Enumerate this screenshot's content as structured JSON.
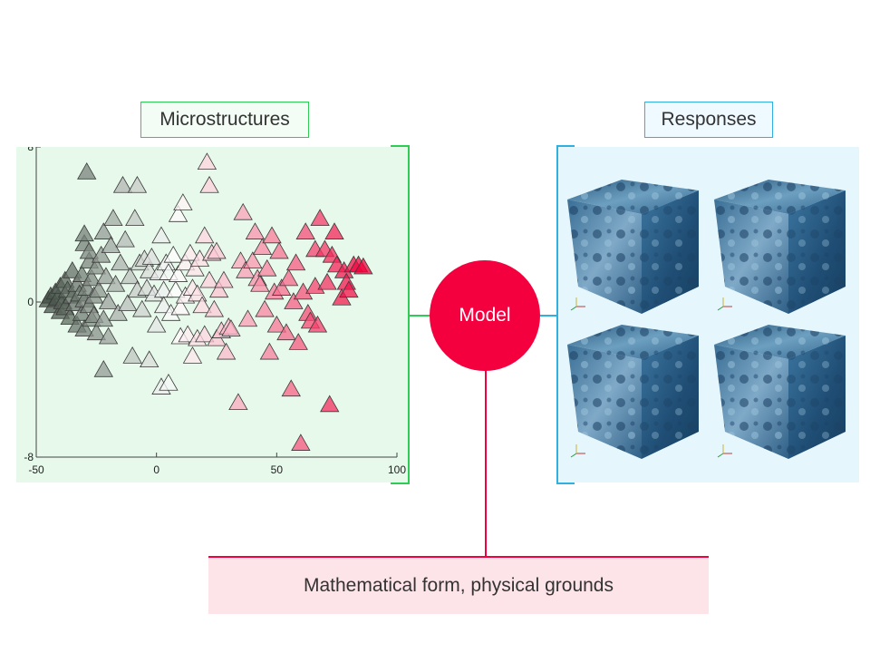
{
  "labels": {
    "microstructures": "Microstructures",
    "responses": "Responses",
    "model": "Model",
    "form": "Mathematical form, physical grounds"
  },
  "colors": {
    "green_accent": "#2ecc55",
    "blue_accent": "#31b0e0",
    "model_red": "#f5003f",
    "form_pink": "#fde4e9"
  },
  "chart_data": {
    "type": "scatter",
    "marker": "triangle",
    "xlim": [
      -50,
      100
    ],
    "ylim": [
      -8,
      8
    ],
    "xticks": [
      "-50",
      "0",
      "50",
      "100"
    ],
    "yticks": [
      "8",
      "0",
      "-8"
    ],
    "color_scale": [
      "#3f4d42",
      "#ffffff",
      "#f2003c"
    ],
    "points": [
      [
        -45,
        0.1
      ],
      [
        -44,
        0.3
      ],
      [
        -43,
        -0.2
      ],
      [
        -42,
        0.5
      ],
      [
        -41,
        0.2
      ],
      [
        -40,
        0.8
      ],
      [
        -40,
        -0.5
      ],
      [
        -39,
        0.0
      ],
      [
        -38,
        1.1
      ],
      [
        -38,
        -0.3
      ],
      [
        -37,
        0.6
      ],
      [
        -36,
        -0.8
      ],
      [
        -35,
        0.3
      ],
      [
        -35,
        1.6
      ],
      [
        -34,
        -0.1
      ],
      [
        -33,
        0.9
      ],
      [
        -33,
        -1.2
      ],
      [
        -32,
        0.4
      ],
      [
        -31,
        1.4
      ],
      [
        -31,
        -0.6
      ],
      [
        -30,
        0.1
      ],
      [
        -30,
        -1.4
      ],
      [
        -29,
        0.7
      ],
      [
        -28,
        2.1
      ],
      [
        -28,
        -0.2
      ],
      [
        -27,
        1.2
      ],
      [
        -27,
        -0.9
      ],
      [
        -26,
        0.3
      ],
      [
        -25,
        1.8
      ],
      [
        -25,
        -1.6
      ],
      [
        -30,
        3.0
      ],
      [
        -30,
        3.5
      ],
      [
        -29,
        6.7
      ],
      [
        -28,
        2.6
      ],
      [
        -26,
        -0.7
      ],
      [
        -24,
        0.6
      ],
      [
        -23,
        2.4
      ],
      [
        -22,
        -0.9
      ],
      [
        -22,
        3.6
      ],
      [
        -22,
        -3.5
      ],
      [
        -21,
        1.3
      ],
      [
        -20,
        0.0
      ],
      [
        -20,
        -1.8
      ],
      [
        -19,
        2.9
      ],
      [
        -18,
        4.3
      ],
      [
        -17,
        0.9
      ],
      [
        -16,
        -0.6
      ],
      [
        -15,
        2.0
      ],
      [
        -14,
        6.0
      ],
      [
        -13,
        3.2
      ],
      [
        -12,
        -0.1
      ],
      [
        -11,
        1.3
      ],
      [
        -10,
        -2.8
      ],
      [
        -9,
        4.3
      ],
      [
        -8,
        0.6
      ],
      [
        -8,
        6.0
      ],
      [
        -7,
        2.0
      ],
      [
        -6,
        -0.4
      ],
      [
        -5,
        2.2
      ],
      [
        -4,
        0.7
      ],
      [
        -3,
        -3.0
      ],
      [
        -3,
        1.6
      ],
      [
        -2,
        2.3
      ],
      [
        -1,
        0.4
      ],
      [
        0,
        -1.2
      ],
      [
        1,
        1.5
      ],
      [
        2,
        3.4
      ],
      [
        2,
        -4.4
      ],
      [
        3,
        0.6
      ],
      [
        3,
        -0.2
      ],
      [
        4,
        2.0
      ],
      [
        5,
        1.5
      ],
      [
        5,
        -4.2
      ],
      [
        6,
        -0.6
      ],
      [
        7,
        2.4
      ],
      [
        8,
        0.6
      ],
      [
        9,
        4.5
      ],
      [
        9,
        1.4
      ],
      [
        10,
        -0.3
      ],
      [
        10,
        -1.8
      ],
      [
        11,
        5.1
      ],
      [
        12,
        2.0
      ],
      [
        12,
        0.3
      ],
      [
        13,
        -1.7
      ],
      [
        14,
        2.5
      ],
      [
        15,
        0.7
      ],
      [
        15,
        -2.8
      ],
      [
        16,
        1.7
      ],
      [
        17,
        -1.9
      ],
      [
        17,
        0.4
      ],
      [
        18,
        2.2
      ],
      [
        19,
        -0.2
      ],
      [
        20,
        3.4
      ],
      [
        20,
        -1.7
      ],
      [
        21,
        7.2
      ],
      [
        22,
        1.1
      ],
      [
        22,
        6.0
      ],
      [
        23,
        2.5
      ],
      [
        24,
        -0.4
      ],
      [
        25,
        -1.9
      ],
      [
        25,
        2.6
      ],
      [
        26,
        0.6
      ],
      [
        27,
        -1.5
      ],
      [
        28,
        1.1
      ],
      [
        29,
        -2.6
      ],
      [
        30,
        -1.3
      ],
      [
        31,
        -1.4
      ],
      [
        34,
        -5.2
      ],
      [
        35,
        2.1
      ],
      [
        36,
        4.6
      ],
      [
        37,
        1.6
      ],
      [
        38,
        -0.9
      ],
      [
        40,
        2.1
      ],
      [
        41,
        3.6
      ],
      [
        42,
        1.2
      ],
      [
        43,
        0.9
      ],
      [
        44,
        2.8
      ],
      [
        45,
        -0.4
      ],
      [
        46,
        1.7
      ],
      [
        47,
        -2.6
      ],
      [
        48,
        3.4
      ],
      [
        49,
        0.5
      ],
      [
        50,
        -1.2
      ],
      [
        51,
        2.6
      ],
      [
        52,
        0.7
      ],
      [
        54,
        -1.6
      ],
      [
        55,
        1.2
      ],
      [
        56,
        -4.5
      ],
      [
        57,
        0.0
      ],
      [
        58,
        2.0
      ],
      [
        59,
        -2.1
      ],
      [
        60,
        -7.3
      ],
      [
        61,
        0.5
      ],
      [
        62,
        3.6
      ],
      [
        63,
        -0.6
      ],
      [
        64,
        -1.0
      ],
      [
        66,
        0.8
      ],
      [
        66,
        2.7
      ],
      [
        67,
        -1.2
      ],
      [
        68,
        4.3
      ],
      [
        70,
        2.7
      ],
      [
        71,
        1.0
      ],
      [
        72,
        -5.3
      ],
      [
        73,
        2.4
      ],
      [
        74,
        3.6
      ],
      [
        75,
        1.9
      ],
      [
        77,
        0.2
      ],
      [
        78,
        1.6
      ],
      [
        79,
        1.0
      ],
      [
        80,
        0.6
      ],
      [
        82,
        1.9
      ],
      [
        84,
        1.9
      ],
      [
        86,
        1.8
      ]
    ]
  }
}
